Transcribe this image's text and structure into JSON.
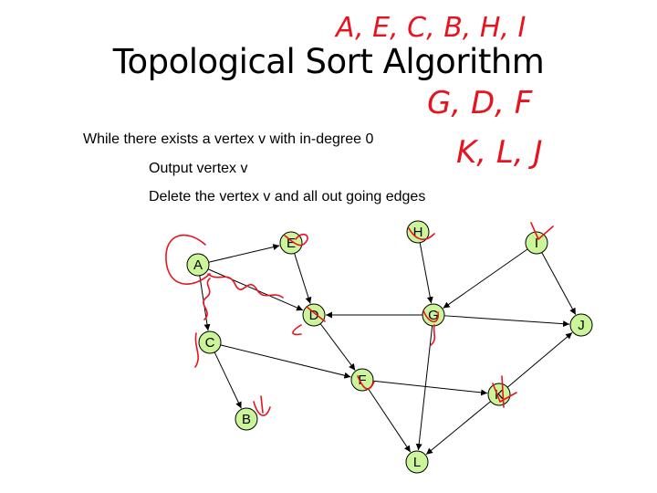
{
  "slide": {
    "title": "Topological Sort Algorithm",
    "bullets": [
      "While there exists a vertex v with in-degree 0",
      "Output vertex v",
      "Delete the vertex v and all out going edges"
    ]
  },
  "graph": {
    "nodes": [
      "A",
      "B",
      "C",
      "D",
      "E",
      "F",
      "G",
      "H",
      "I",
      "J",
      "K",
      "L"
    ],
    "edges": [
      [
        "A",
        "E"
      ],
      [
        "A",
        "D"
      ],
      [
        "A",
        "C"
      ],
      [
        "E",
        "D"
      ],
      [
        "G",
        "D"
      ],
      [
        "D",
        "F"
      ],
      [
        "C",
        "F"
      ],
      [
        "C",
        "B"
      ],
      [
        "H",
        "G"
      ],
      [
        "I",
        "G"
      ],
      [
        "I",
        "J"
      ],
      [
        "G",
        "J"
      ],
      [
        "G",
        "L"
      ],
      [
        "F",
        "K"
      ],
      [
        "F",
        "L"
      ],
      [
        "K",
        "J"
      ],
      [
        "K",
        "L"
      ]
    ]
  },
  "handwriting": {
    "color": "#e8131f",
    "lines": [
      "A, E, C, B, H, I",
      "G, D, F",
      "K, L, J"
    ]
  }
}
